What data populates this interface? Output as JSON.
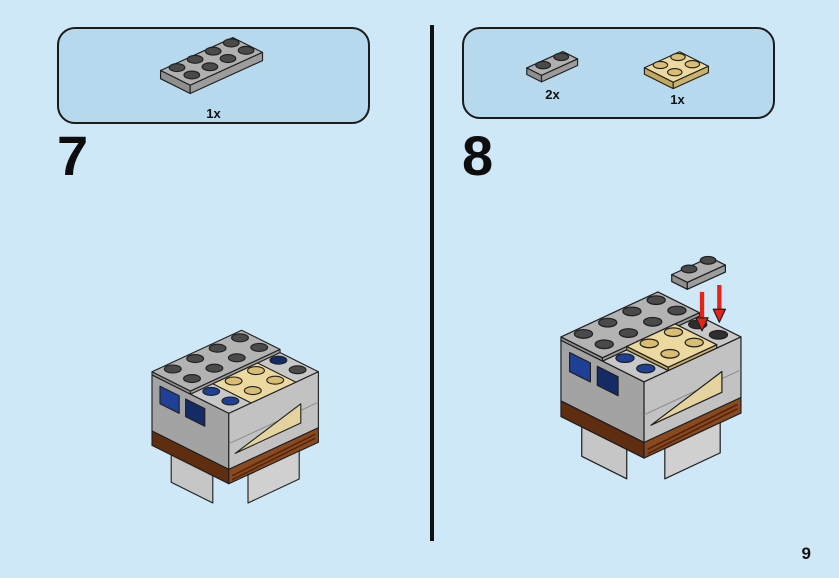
{
  "page": {
    "number": "9"
  },
  "colors": {
    "background": "#cfe8f7",
    "callout_bg": "#b7d9ee",
    "callout_border": "#1b1b1b",
    "divider": "#101010",
    "step_number_ink": "#0d0d0d",
    "gray_plate_top": "#b0b0b0",
    "gray_plate_left": "#8f8f8f",
    "gray_plate_front": "#9c9c9c",
    "stud_dark": "#4a4a4a",
    "tan_top": "#ecd9a0",
    "tan_left": "#c2a95f",
    "tan_front": "#cbb26d",
    "tan_stud": "#d8bd72",
    "blue_panel": "#1e4097",
    "navy_panel": "#142b66",
    "brown_band": "#8a4a20",
    "brown_band_dark": "#5f2d10",
    "arrow_red": "#e52417"
  },
  "steps": [
    {
      "number": "7",
      "parts": [
        {
          "icon": "plate-2x4-gray-icon",
          "quantity": "1x"
        }
      ]
    },
    {
      "number": "8",
      "parts": [
        {
          "icon": "plate-1x2-gray-icon",
          "quantity": "2x"
        },
        {
          "icon": "plate-2x2-tan-icon",
          "quantity": "1x"
        }
      ]
    }
  ]
}
